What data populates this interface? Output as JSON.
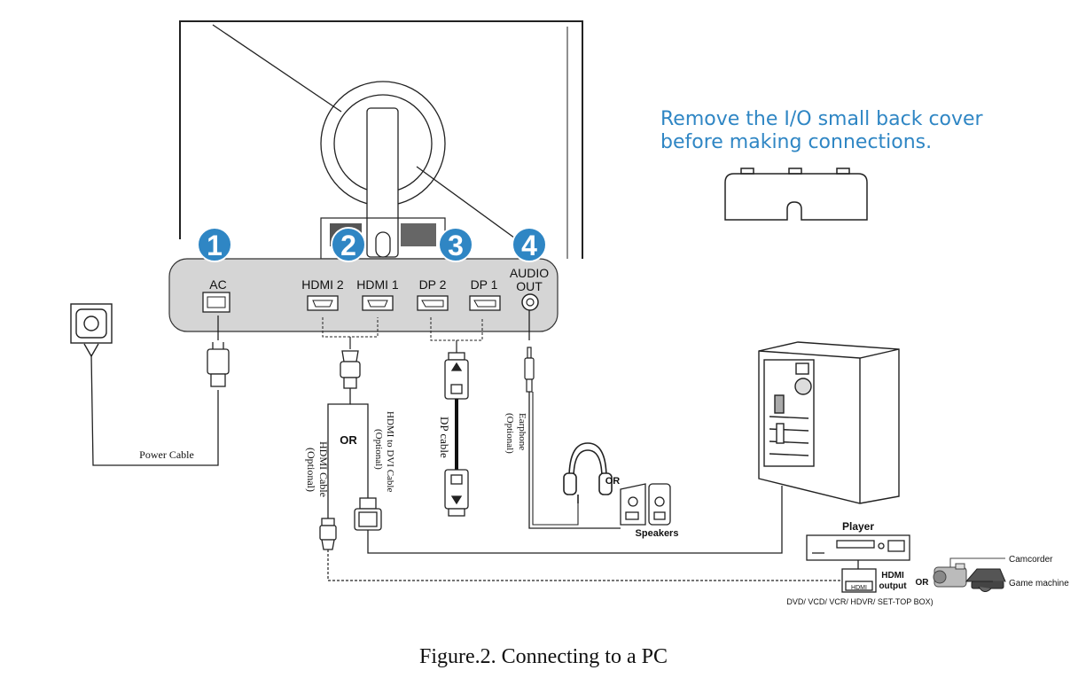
{
  "note": {
    "line1": "Remove the I/O small back cover",
    "line2": "before making connections.",
    "color": "#2f86c4"
  },
  "badges": {
    "one": "1",
    "two": "2",
    "three": "3",
    "four": "4",
    "color": "#2f86c4"
  },
  "ports": {
    "ac": "AC",
    "hdmi2": "HDMI 2",
    "hdmi1": "HDMI 1",
    "dp2": "DP 2",
    "dp1": "DP 1",
    "audio_line1": "AUDIO",
    "audio_line2": "OUT"
  },
  "cables": {
    "power": "Power Cable",
    "or_hdmi": "OR",
    "hdmi_cable_line1": "HDMI Cable",
    "hdmi_cable_line2": "(Optional)",
    "hdmi_dvi_line1": "HDMI to DVI Cable",
    "hdmi_dvi_line2": "(Optional)",
    "dp_cable": "DP cable",
    "earphone_line1": "Earphone",
    "earphone_line2": "(Optional)"
  },
  "devices": {
    "or_audio": "OR",
    "speakers": "Speakers",
    "player": "Player",
    "hdmi_badge": "HDMI",
    "hdmi_output_line1": "HDMI",
    "hdmi_output_line2": "output",
    "or_devices": "OR",
    "camcorder": "Camcorder",
    "game_machine": "Game machine",
    "sources": "DVD/ VCD/ VCR/ HDVR/ SET-TOP BOX)"
  },
  "caption": "Figure.2. Connecting to a PC"
}
